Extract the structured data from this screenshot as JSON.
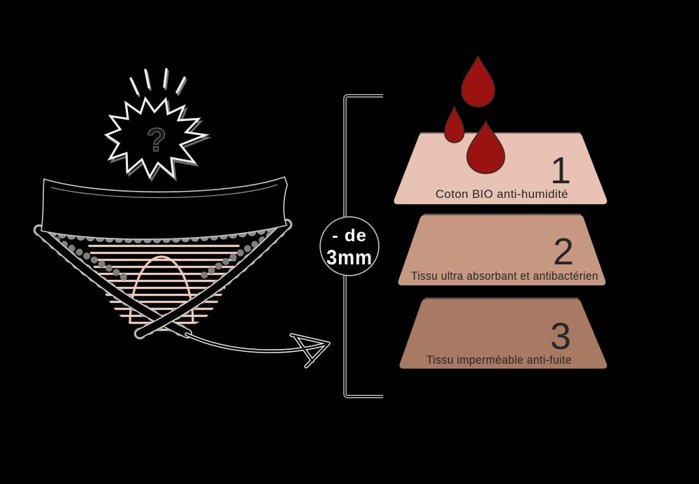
{
  "badge": {
    "line1": "- de",
    "line2": "3mm"
  },
  "burst": {
    "question_mark": "?"
  },
  "layers": [
    {
      "number": "1",
      "label": "Coton BIO anti-humidité",
      "color": "#e8c3b3"
    },
    {
      "number": "2",
      "label": "Tissu ultra absorbant et antibactérien",
      "color": "#c69881"
    },
    {
      "number": "3",
      "label": "Tissu imperméable anti-fuite",
      "color": "#a87963"
    }
  ],
  "colors": {
    "background": "#000000",
    "blood": "#9a1310",
    "stripe": "#eccab9",
    "badge_bg": "#000000",
    "badge_text": "#ffffff",
    "layer_text": "#262626"
  },
  "icons": {
    "question_burst": "question-burst-icon",
    "blood_drops": "blood-drops-icon",
    "panty": "period-panty-icon",
    "arrow": "sketch-arrow-icon",
    "bracket": "measure-bracket"
  }
}
